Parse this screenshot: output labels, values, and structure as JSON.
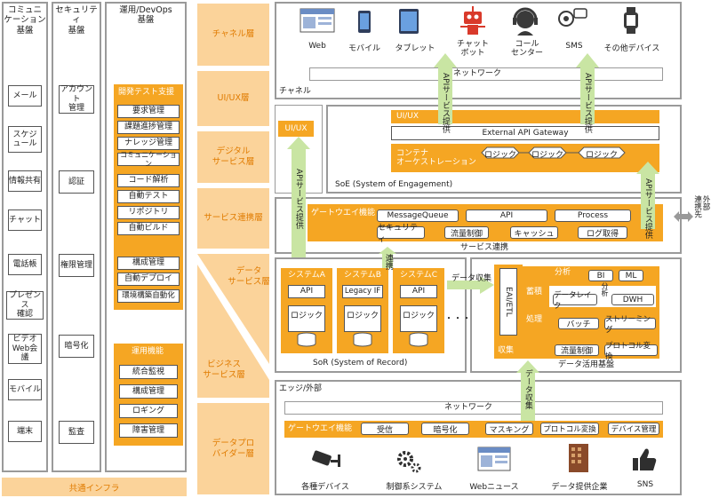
{
  "col_comm": {
    "title": "コミュニ\nケーション\n基盤",
    "items": [
      "メール",
      "スケジ\nュール",
      "情報共有",
      "チャット",
      "電話帳",
      "プレゼンス\n確認",
      "ビデオ\nWeb会議",
      "モバイル",
      "端末"
    ]
  },
  "col_sec": {
    "title": "セキュリティ\n基盤",
    "items": [
      "アカウント\n管理",
      "認証",
      "権限管理",
      "暗号化",
      "監査"
    ]
  },
  "col_ops": {
    "title": "運用/DevOps\n基盤",
    "dev_title": "開発テスト支援",
    "dev_items": [
      "要求管理",
      "課題進捗管理",
      "ナレッジ管理",
      "コミュニケーション",
      "コード解析",
      "自動テスト",
      "リポジトリ",
      "自動ビルド",
      "構成管理",
      "自動デプロイ",
      "環境構築自動化"
    ],
    "ops_title": "運用機能",
    "ops_items": [
      "統合監視",
      "構成管理",
      "ロギング",
      "障害管理"
    ]
  },
  "infra": "共通インフラ",
  "layers": [
    "チャネル層",
    "UI/UX層",
    "デジタル\nサービス層",
    "サービス連携層",
    "データ\nサービス層",
    "ビジネス\nサービス層",
    "データプロ\nバイダー層"
  ],
  "channel": {
    "devices": [
      "Web",
      "モバイル",
      "タブレット",
      "チャット\nボット",
      "コール\nセンター",
      "SMS",
      "その他デバイス"
    ],
    "network": "ネットワーク",
    "label": "チャネル",
    "api_arrow1": "APIサービス提供",
    "api_arrow2": "APIサービス提供"
  },
  "soe": {
    "uiux_left": "UI/UX",
    "uiux": "UI/UX",
    "gateway": "External API Gateway",
    "orch": "コンテナ\nオーケストレーション",
    "logics": [
      "ロジック",
      "ロジック",
      "ロジック"
    ],
    "label": "SoE (System of Engagement)",
    "api_arrow_left": "APIサービス提供",
    "api_arrow_right": "APIサービス提供"
  },
  "svc": {
    "gw_label": "ゲートウエイ機能",
    "row1": [
      "MessageQueue",
      "API",
      "Process"
    ],
    "row2": [
      "セキュリティ",
      "流量制御",
      "キャッシュ",
      "ログ取得"
    ],
    "label": "サービス連携",
    "external": "外部\n連携先"
  },
  "sor": {
    "systems": [
      {
        "name": "システムA",
        "api": "API",
        "logic": "ロジック"
      },
      {
        "name": "システムB",
        "api": "Legacy IF",
        "logic": "ロジック"
      },
      {
        "name": "システムC",
        "api": "API",
        "logic": "ロジック"
      }
    ],
    "dots": "・・・",
    "label": "SoR (System of Record)",
    "renkei": "連携",
    "collect": "データ収集"
  },
  "data": {
    "eai": "EAI/ETL",
    "collect": "収集",
    "analysis": "分析",
    "bi": "BI",
    "ml": "ML",
    "storage": "蓄積",
    "lake": "データレイク",
    "dwh": "DWH",
    "process": "処理",
    "batch": "バッチ",
    "stream": "ストリーミング",
    "flow": "流量制御",
    "protocol": "プロトコル変換",
    "label": "データ活用基盤",
    "bunseki": "分析",
    "collect_arrow": "データ収集"
  },
  "edge": {
    "title": "エッジ/外部",
    "network": "ネットワーク",
    "gw_label": "ゲートウエイ機能",
    "gw_items": [
      "受信",
      "暗号化",
      "マスキング",
      "プロトコル変換",
      "デバイス管理"
    ],
    "sources": [
      "各種デバイス",
      "制御系システム",
      "Webニュース",
      "データ提供企業",
      "SNS"
    ]
  }
}
